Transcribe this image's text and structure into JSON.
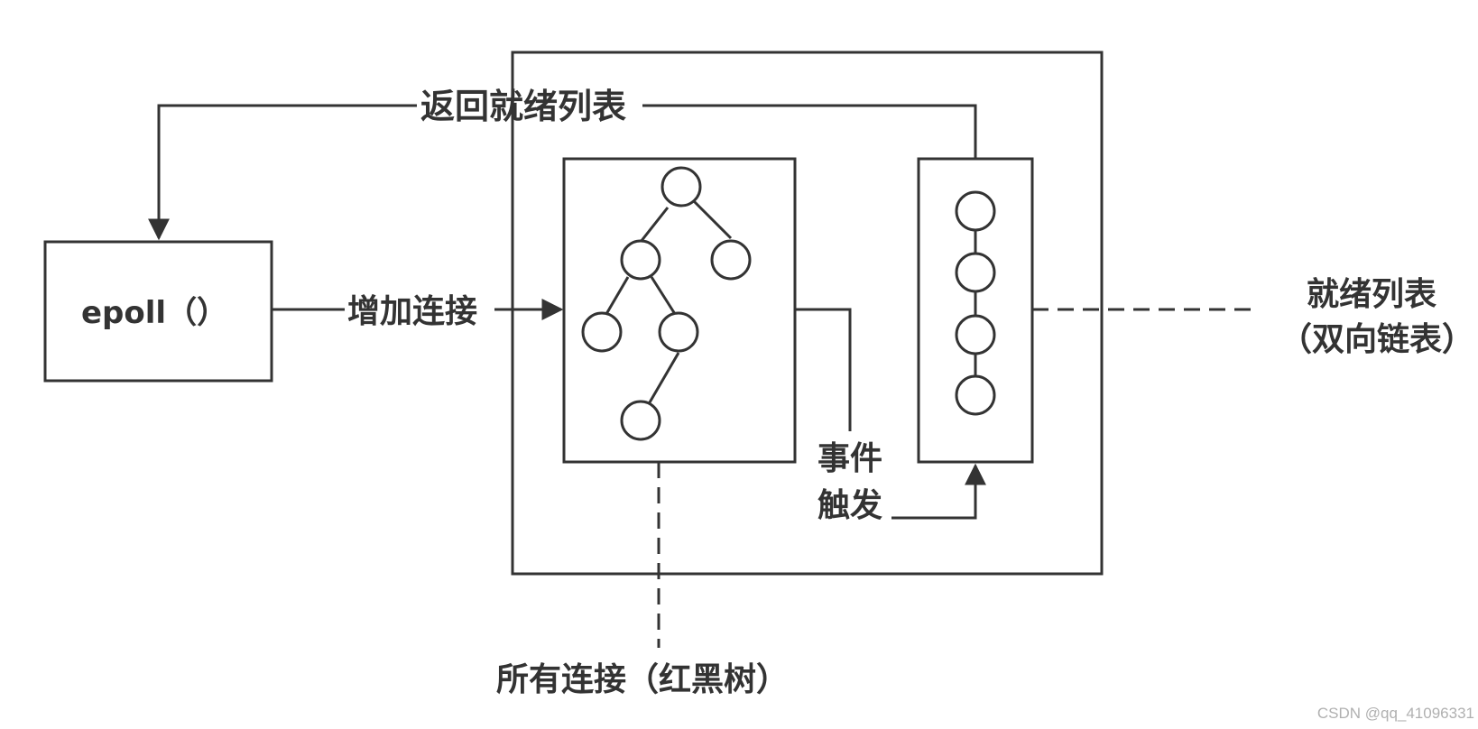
{
  "labels": {
    "epoll": "epoll（）",
    "add_connection": "增加连接",
    "return_ready_list": "返回就绪列表",
    "event_trigger_line1": "事件",
    "event_trigger_line2": "触发",
    "ready_list_title": "就绪列表",
    "ready_list_subtitle": "（双向链表）",
    "all_connections": "所有连接（红黑树）"
  },
  "watermark": "CSDN @qq_41096331",
  "colors": {
    "stroke": "#333333",
    "background": "#ffffff",
    "watermark": "#b0b0b0"
  }
}
